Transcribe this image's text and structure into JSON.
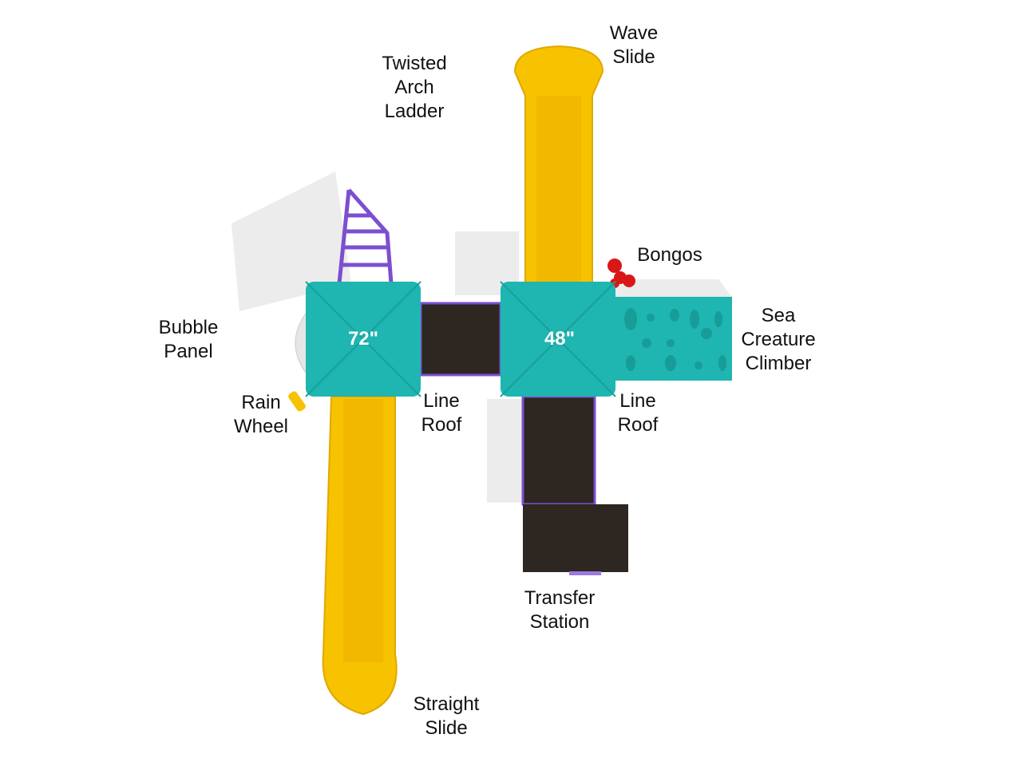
{
  "labels": {
    "wave_slide": [
      "Wave",
      "Slide"
    ],
    "twisted_arch_ladder": [
      "Twisted",
      "Arch",
      "Ladder"
    ],
    "bongos": [
      "Bongos"
    ],
    "bubble_panel": [
      "Bubble",
      "Panel"
    ],
    "sea_creature_climber": [
      "Sea",
      "Creature",
      "Climber"
    ],
    "rain_wheel": [
      "Rain",
      "Wheel"
    ],
    "line_roof_left": [
      "Line",
      "Roof"
    ],
    "line_roof_right": [
      "Line",
      "Roof"
    ],
    "transfer_station": [
      "Transfer",
      "Station"
    ],
    "straight_slide": [
      "Straight",
      "Slide"
    ]
  },
  "roofs": {
    "left_height": "72\"",
    "right_height": "48\""
  },
  "colors": {
    "slide": "#f7c200",
    "roof": "#1fb5b0",
    "deck": "#2e2620",
    "ladder": "#7b4fd0",
    "bongos": "#d81818"
  }
}
